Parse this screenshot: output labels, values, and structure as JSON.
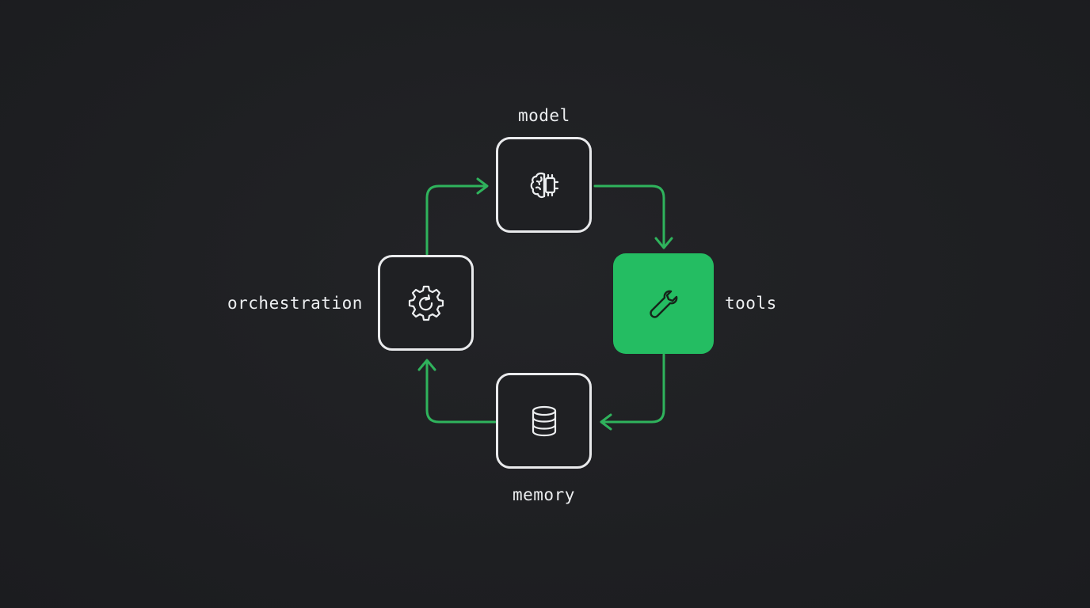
{
  "diagram": {
    "nodes": [
      {
        "id": "model",
        "label": "model",
        "icon": "brain-chip-icon",
        "active": false
      },
      {
        "id": "tools",
        "label": "tools",
        "icon": "wrench-icon",
        "active": true
      },
      {
        "id": "memory",
        "label": "memory",
        "icon": "database-icon",
        "active": false
      },
      {
        "id": "orchestration",
        "label": "orchestration",
        "icon": "gear-refresh-icon",
        "active": false
      }
    ],
    "edges": [
      {
        "from": "orchestration",
        "to": "model"
      },
      {
        "from": "model",
        "to": "tools"
      },
      {
        "from": "tools",
        "to": "memory"
      },
      {
        "from": "memory",
        "to": "orchestration"
      }
    ],
    "colors": {
      "background": "#1e1f22",
      "node_border": "#e9eaec",
      "accent": "#24bd62",
      "connector": "#2fb35c",
      "text": "#eceef0"
    }
  }
}
